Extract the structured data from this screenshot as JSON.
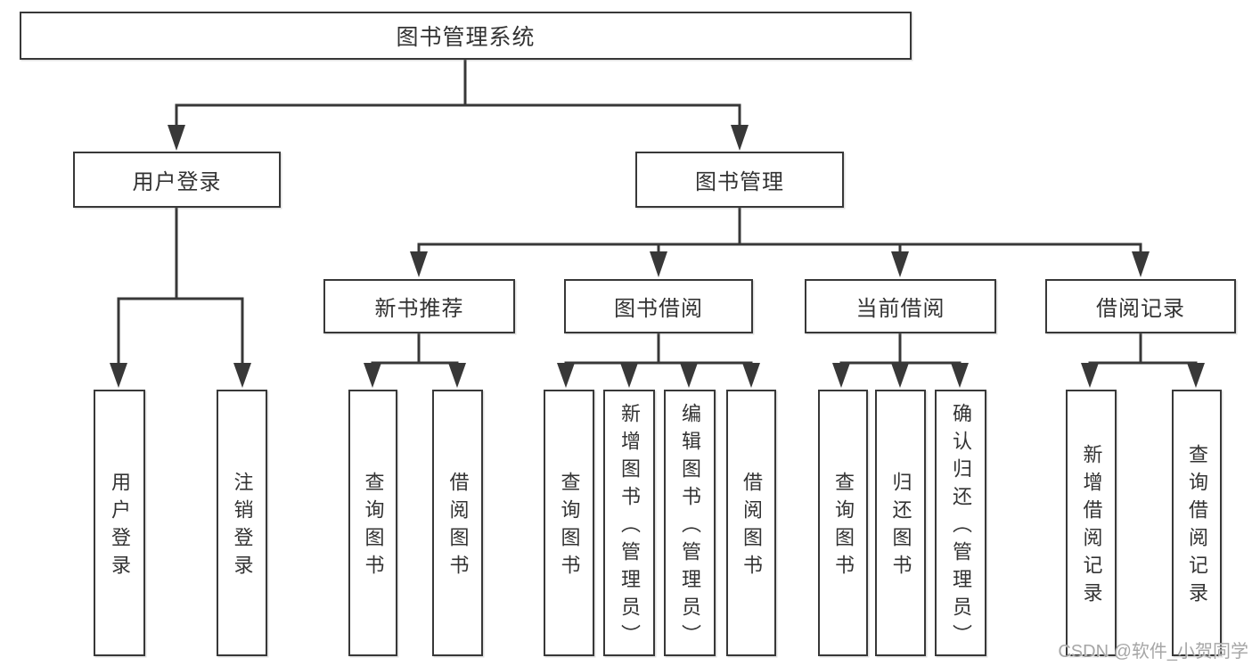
{
  "tree": {
    "root": {
      "label": "图书管理系统",
      "children": [
        {
          "label": "用户登录",
          "children": [
            {
              "label": "用户登录"
            },
            {
              "label": "注销登录"
            }
          ]
        },
        {
          "label": "图书管理",
          "children": [
            {
              "label": "新书推荐",
              "children": [
                {
                  "label": "查询图书"
                },
                {
                  "label": "借阅图书"
                }
              ]
            },
            {
              "label": "图书借阅",
              "children": [
                {
                  "label": "查询图书"
                },
                {
                  "label": "新增图书（管理员）"
                },
                {
                  "label": "编辑图书（管理员）"
                },
                {
                  "label": "借阅图书"
                }
              ]
            },
            {
              "label": "当前借阅",
              "children": [
                {
                  "label": "查询图书"
                },
                {
                  "label": "归还图书"
                },
                {
                  "label": "确认归还（管理员）"
                }
              ]
            },
            {
              "label": "借阅记录",
              "children": [
                {
                  "label": "新增借阅记录"
                },
                {
                  "label": "查询借阅记录"
                }
              ]
            }
          ]
        }
      ]
    }
  },
  "watermark": {
    "text": "CSDN @软件_小贺同学"
  },
  "colors": {
    "line": "#383838",
    "text": "#333333",
    "background": "#ffffff",
    "watermark": "#a6a6a6"
  }
}
